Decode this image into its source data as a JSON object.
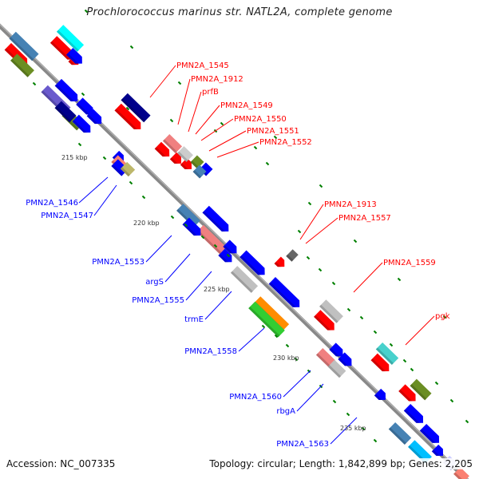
{
  "title": "Prochlorococcus marinus str. NATL2A, complete genome",
  "footer": {
    "accession": "Accession: NC_007335",
    "topology": "Topology: circular; Length: 1,842,899 bp; Genes: 2,205"
  },
  "colors": {
    "backbone": "#888888",
    "forward_label": "#ff0000",
    "reverse_label": "#0000ff",
    "tick_mark": "#008000"
  },
  "tick_labels": [
    "215 kbp",
    "220 kbp",
    "225 kbp",
    "230 kbp",
    "235 kbp"
  ],
  "labels_forward": [
    "PMN2A_1545",
    "PMN2A_1912",
    "prfB",
    "PMN2A_1549",
    "PMN2A_1550",
    "PMN2A_1551",
    "PMN2A_1552",
    "PMN2A_1913",
    "PMN2A_1557",
    "PMN2A_1559",
    "pgk"
  ],
  "labels_reverse": [
    "PMN2A_1546",
    "PMN2A_1547",
    "PMN2A_1553",
    "argS",
    "PMN2A_1555",
    "trmE",
    "PMN2A_1558",
    "PMN2A_1560",
    "rbgA",
    "PMN2A_1563"
  ]
}
